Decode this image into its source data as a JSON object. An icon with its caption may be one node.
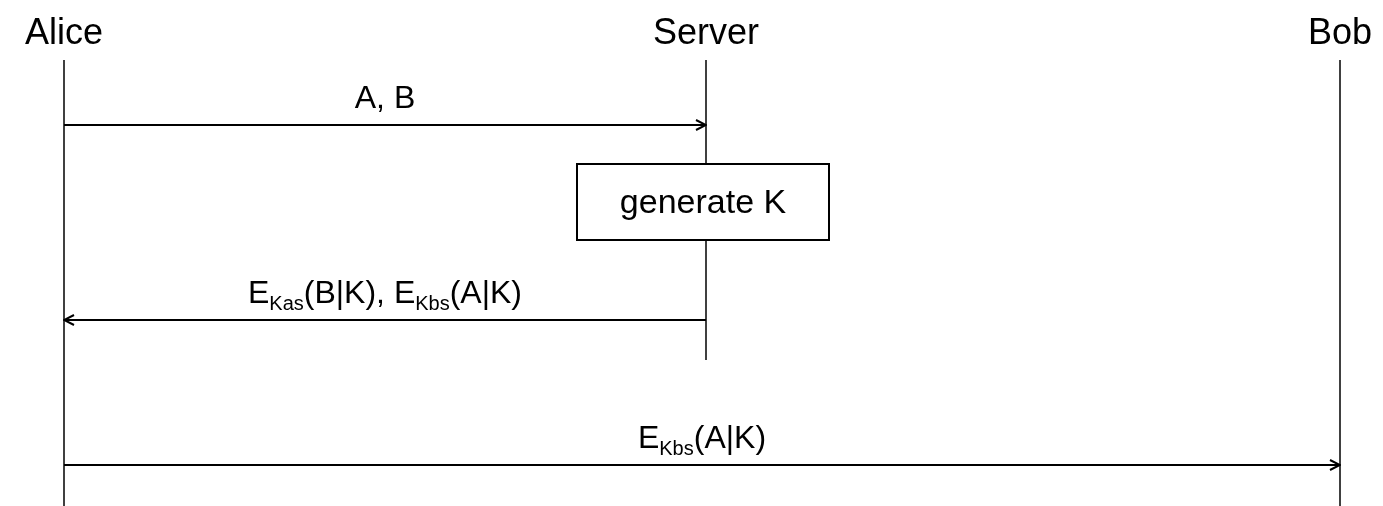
{
  "diagram": {
    "nodes": [
      {
        "text": [
          "Alice"
        ]
      },
      {
        "text": [
          "Server"
        ]
      },
      {
        "text": [
          "Bob"
        ]
      },
      {
        "text": [
          "generate K"
        ]
      }
    ],
    "edges": [
      {
        "from": 0,
        "to": 1,
        "arrow": "to",
        "label": "A, B"
      },
      {
        "from": 1,
        "to": 0,
        "arrow": "to",
        "label": "E$_{Kas}$(B|K), E$_{Kbs}$(A|K)"
      },
      {
        "from": 0,
        "to": 2,
        "arrow": "to",
        "label": "E$_{Kbs}$(A|K)"
      }
    ]
  }
}
